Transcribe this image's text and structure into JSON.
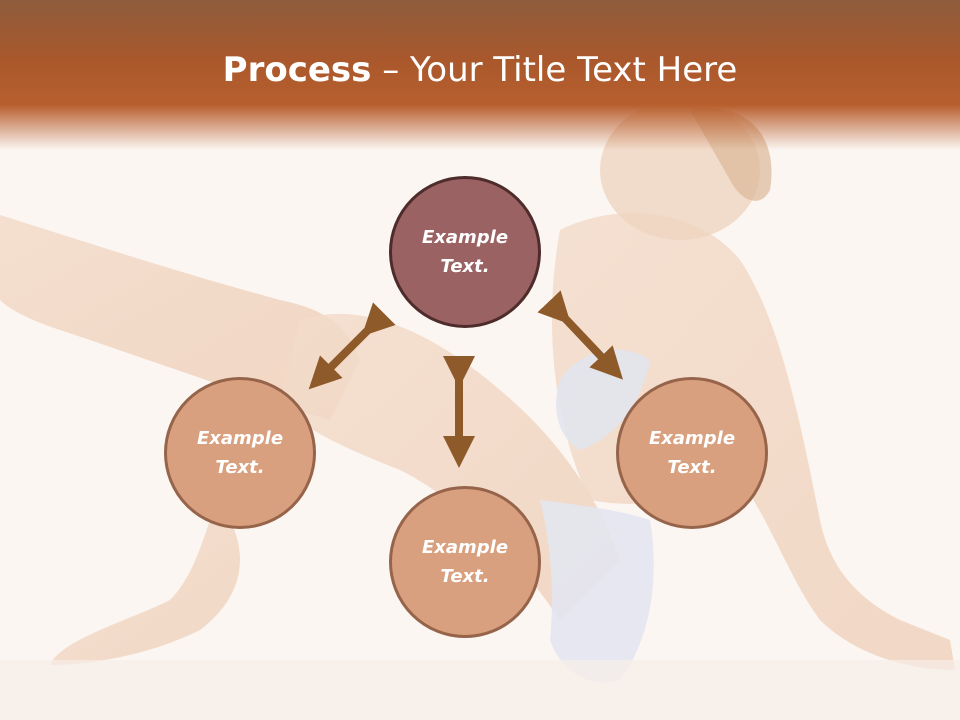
{
  "slide": {
    "title_bold": "Process",
    "title_separator": "–",
    "title_rest": "Your Title Text Here"
  },
  "nodes": [
    {
      "id": "top",
      "text": "Example Text."
    },
    {
      "id": "left",
      "text": "Example Text."
    },
    {
      "id": "bottom",
      "text": "Example Text."
    },
    {
      "id": "right",
      "text": "Example Text."
    }
  ],
  "colors": {
    "header": "#b85f2e",
    "top_node": "#9a6262",
    "outer_nodes": "#d8a07e",
    "arrows": "#8e5a2a"
  }
}
